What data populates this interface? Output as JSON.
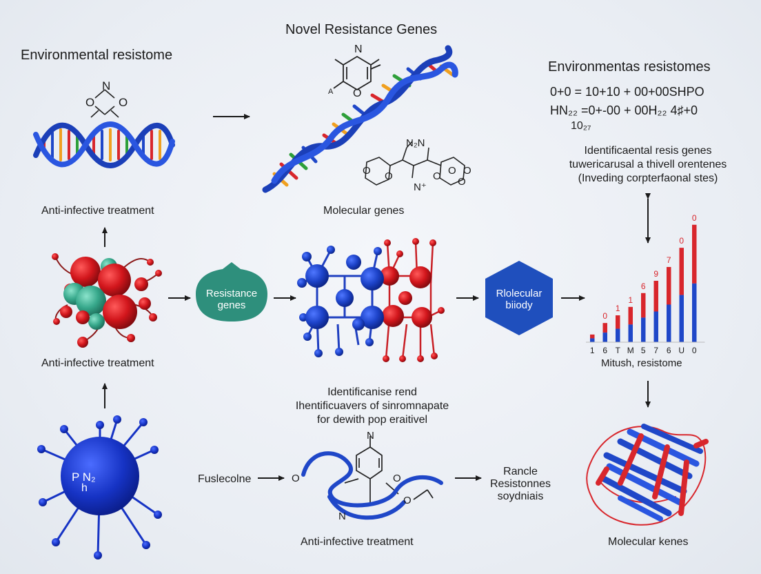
{
  "labels": {
    "env_resistome_title": "Environmental resistome",
    "novel_genes_title": "Novel Resistance Genes",
    "env_resistomes_title": "Environmentas resistomes",
    "equation_line1": "0+0 = 10+10 + 00+00SHPO",
    "equation_line2": "HN₂₂ =0+-00 + 00H₂₂  4♯+0",
    "equation_line3": "10₂₇",
    "ident_top_line1": "Identificaental resis genes",
    "ident_top_line2": "tuwericarusal a thivell orentenes",
    "ident_top_line3": "(Inveding corpterfaonal stes)",
    "anti_infective_1": "Anti-infective treatment",
    "molecular_genes": "Molecular genes",
    "anti_infective_2": "Anti-infective treatment",
    "resistance_genes_line1": "Resistance",
    "resistance_genes_line2": "genes",
    "molecular_biology_line1": "Rlolecular",
    "molecular_biology_line2": "biiody",
    "mitush_resistome": "Mitush, resistome",
    "ident_mid_line1": "Identificanise rend",
    "ident_mid_line2": "Ihentificuavers of sinromnapate",
    "ident_mid_line3": "for dewith pop eraitivel",
    "fuslecolne": "Fuslecolne",
    "rancle_line1": "Rancle",
    "rancle_line2": "Resistonnes",
    "rancle_line3": "soydniais",
    "anti_infective_3": "Anti-infective treatment",
    "molecular_kenes": "Molecular kenes",
    "virus_label_main": "P N₂",
    "virus_label_sub": "h",
    "dna_top_N": "N",
    "dna_top_O1": "O",
    "dna_top_O2": "O",
    "novel_N": "N",
    "novel_A": "A",
    "novel_O": "O",
    "mol_N2": "N₂N",
    "mol_Nplus": "N⁺",
    "mol_O1": "O",
    "mol_O2": "O",
    "mol_O3": "O",
    "mol_O4": "O",
    "mol_O5": "O",
    "mol_O6": "O",
    "bottom_N_top": "N",
    "bottom_N_bot": "N",
    "bottom_O_left": "O",
    "bottom_O_right": "O",
    "bottom_O_mid": "O"
  },
  "chart_data": {
    "type": "bar",
    "categories": [
      "1",
      "6",
      "T",
      "M",
      "5",
      "7",
      "6",
      "U",
      "0"
    ],
    "bar_top_labels": [
      "",
      "0",
      "1",
      "1",
      "6",
      "9",
      "7",
      "0",
      "0"
    ],
    "values": [
      1,
      2.5,
      3.5,
      4.6,
      6.4,
      8,
      9.8,
      12.3,
      15.3
    ],
    "blue_fraction": 0.5,
    "title": "",
    "xlabel": "Mitush, resistome",
    "ylabel": "",
    "ylim": [
      0,
      16
    ]
  },
  "colors": {
    "blue": "#1f47c8",
    "red": "#d8262c",
    "teal": "#2e8f7c",
    "teal_light": "#4fb79e",
    "badge_blue": "#1f4fbd",
    "arrow": "#1a1a1a"
  }
}
